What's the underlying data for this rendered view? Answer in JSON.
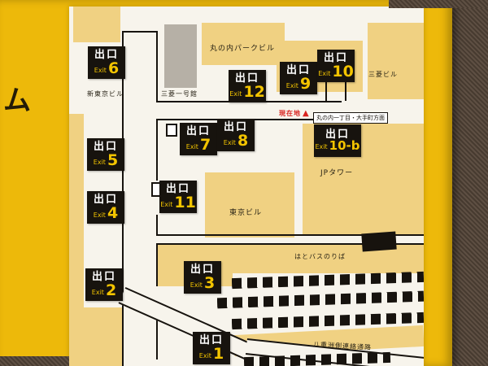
{
  "sign": {
    "side_text": "ム"
  },
  "map": {
    "exit_kanji": "出口",
    "exit_word": "Exit",
    "exits": [
      {
        "number": "6"
      },
      {
        "number": "12"
      },
      {
        "number": "9"
      },
      {
        "number": "10"
      },
      {
        "number": "5"
      },
      {
        "number": "7"
      },
      {
        "number": "8"
      },
      {
        "number": "10-b"
      },
      {
        "number": "4"
      },
      {
        "number": "11"
      },
      {
        "number": "2"
      },
      {
        "number": "3"
      },
      {
        "number": "1"
      }
    ],
    "labels": {
      "park_building": "丸の内パークビル",
      "ichigokan": "三菱一号館",
      "shin_tokyo": "新東京ビル",
      "mitsubishi": "三菱ビル",
      "jp_tower": "JPタワー",
      "tokyo_building": "東京ビル",
      "hato_bus": "はとバスのりば",
      "yaesu": "八重洲側連絡通路"
    },
    "current_location": {
      "label": "現在地",
      "marker": "▲"
    },
    "direction_sign": "丸の内一丁目・大手町方面",
    "colors": {
      "sign_yellow": "#edb90a",
      "building_tan": "#f0d182",
      "map_white": "#f7f4ec",
      "exit_black": "#17130e",
      "exit_yellow": "#f3c400",
      "location_red": "#d8231f",
      "wall_brown": "#57483b"
    }
  }
}
